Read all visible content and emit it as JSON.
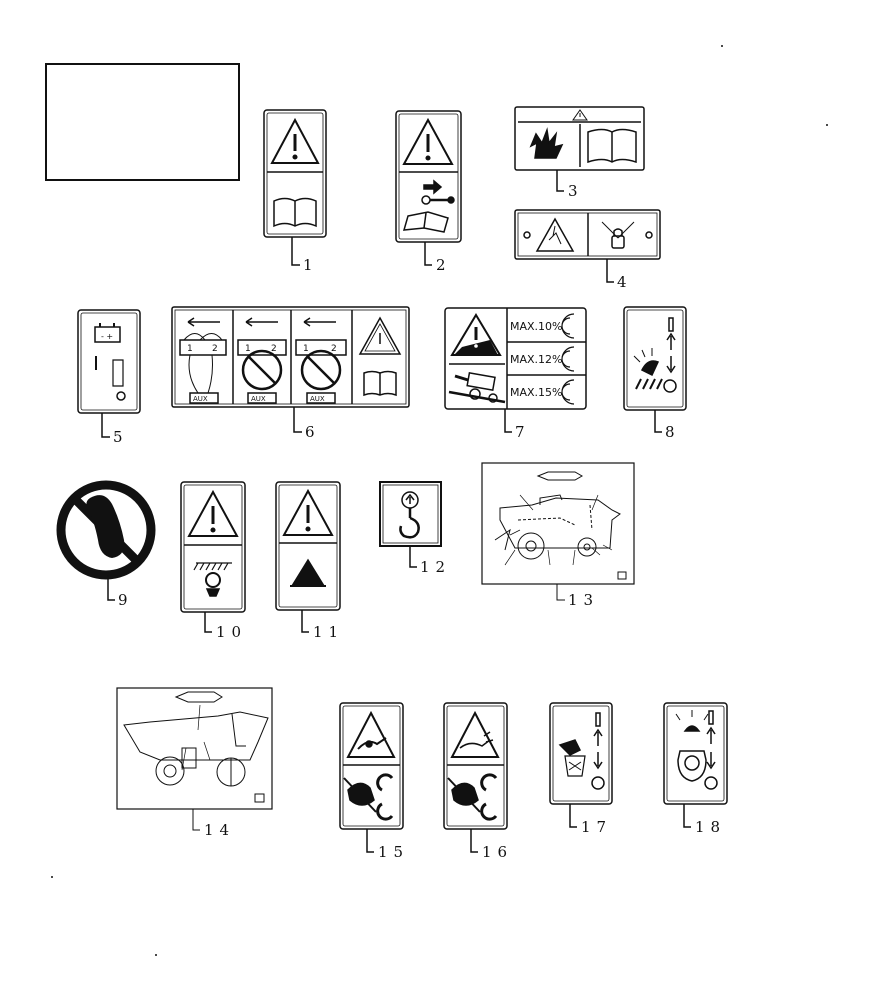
{
  "callouts": {
    "c1": "1",
    "c2": "2",
    "c3": "3",
    "c4": "4",
    "c5": "5",
    "c6": "6",
    "c7": "7",
    "c8": "8",
    "c9": "9",
    "c10": "10",
    "c11": "11",
    "c12": "12",
    "c13": "13",
    "c14": "14",
    "c15": "15",
    "c16": "16",
    "c17": "17",
    "c18": "18"
  },
  "decal7": {
    "max1": "MAX.10%",
    "max2": "MAX.12%",
    "max3": "MAX.15%"
  },
  "decal6": {
    "aux1": "AUX",
    "aux2": "AUX",
    "aux3": "AUX",
    "t1": "1",
    "t2": "2"
  },
  "decal5": {
    "battery_terms": "- +"
  }
}
